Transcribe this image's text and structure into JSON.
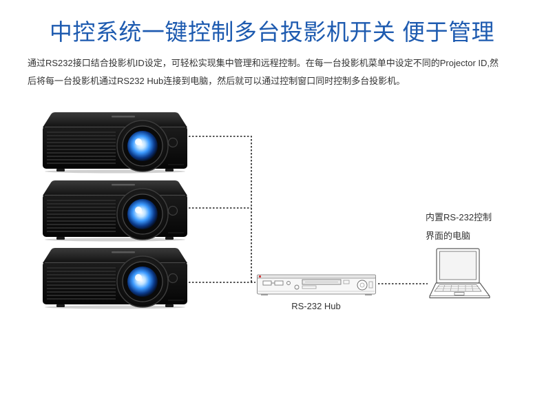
{
  "title": "中控系统一键控制多台投影机开关 便于管理",
  "description_lines": [
    "通过RS232接口结合投影机ID设定，可轻松实现集中管理和远程控制。在每一台投影机菜单中设定不同的Projector ID,然",
    "后将每一台投影机通过RS232 Hub连接到电脑，然后就可以通过控制窗口同时控制多台投影机。"
  ],
  "diagram": {
    "projectors": [
      {
        "icon": "projector-icon"
      },
      {
        "icon": "projector-icon"
      },
      {
        "icon": "projector-icon"
      }
    ],
    "hub": {
      "icon": "rs232-hub-icon",
      "label": "RS-232 Hub"
    },
    "computer": {
      "icon": "laptop-icon",
      "label_lines": [
        "内置RS-232控制",
        "界面的电脑"
      ]
    }
  },
  "colors": {
    "title": "#1e5bb0",
    "body_text": "#333333",
    "background": "#ffffff",
    "connection_line": "#1a1a1a",
    "lens_glow": "#3d9bff"
  }
}
